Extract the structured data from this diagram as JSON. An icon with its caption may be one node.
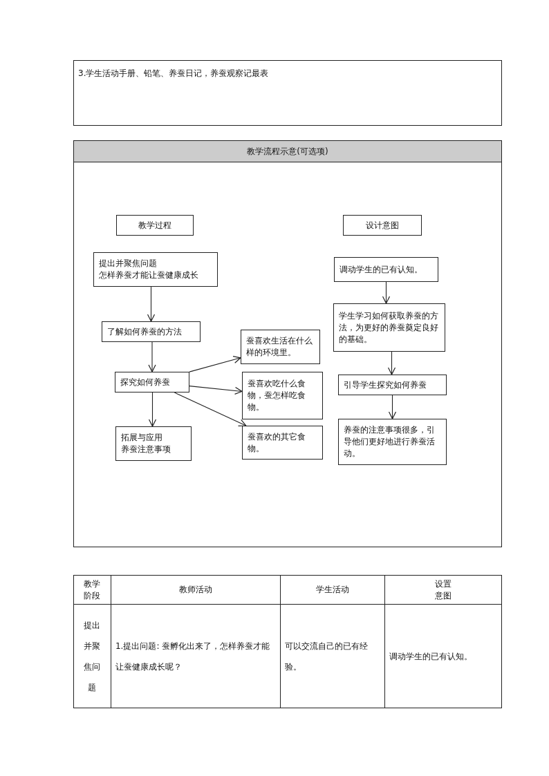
{
  "diagram": {
    "nodes": [
      {
        "text": [
          "3.学生活动手册、铅笔、养蚕日记，养蚕观察记最表"
        ]
      },
      {
        "text": [
          "教学流程示意(可选项)"
        ]
      },
      {
        "text": [
          "教学过程"
        ],
        "in": 1
      },
      {
        "text": [
          "设计意图"
        ],
        "in": 1
      },
      {
        "text": [
          "提出并聚焦问题",
          "怎样养蚕才能让蚕健康成长"
        ],
        "in": 1
      },
      {
        "text": [
          "调动学生的已有认知。"
        ],
        "in": 1
      },
      {
        "text": [
          "了解如何养蚕的方法"
        ],
        "in": 1
      },
      {
        "text": [
          "学生学习如何获取养蚕的方法，为更好的养蚕奠定良好的基础。"
        ],
        "in": 1
      },
      {
        "text": [
          "蚕喜欢生活在什么样的环境里。"
        ],
        "in": 1
      },
      {
        "text": [
          "探究如何养蚕"
        ],
        "in": 1
      },
      {
        "text": [
          "蚕喜欢吃什么食物，蚕怎样吃食物。"
        ],
        "in": 1
      },
      {
        "text": [
          "引导学生探究如何养蚕"
        ],
        "in": 1
      },
      {
        "text": [
          "拓展与应用",
          "养蚕注意事项"
        ],
        "in": 1
      },
      {
        "text": [
          "蚕喜欢的其它食物。"
        ],
        "in": 1
      },
      {
        "text": [
          "养蚕的注意事项很多，引导他们更好地进行养蚕活动。"
        ],
        "in": 1
      }
    ],
    "edges": [
      {
        "from": 4,
        "to": 6,
        "arrow": "to"
      },
      {
        "from": 6,
        "to": 9,
        "arrow": "to"
      },
      {
        "from": 9,
        "to": 12,
        "arrow": "to"
      },
      {
        "from": 9,
        "to": 8,
        "arrow": "to"
      },
      {
        "from": 9,
        "to": 10,
        "arrow": "to"
      },
      {
        "from": 9,
        "to": 13,
        "arrow": "to"
      },
      {
        "from": 5,
        "to": 7,
        "arrow": "to"
      },
      {
        "from": 7,
        "to": 11,
        "arrow": "to"
      },
      {
        "from": 11,
        "to": 14,
        "arrow": "to"
      }
    ],
    "labels": [
      "教学阶段",
      "教师活动",
      "学生活动",
      "设置意图",
      "提出并聚焦问题",
      "1.提出问题: 蚕孵化出来了，怎样养蚕才能让蚕健康成长呢？",
      "可以交流自己的已有经验。",
      "调动学生的已有认知。"
    ]
  }
}
